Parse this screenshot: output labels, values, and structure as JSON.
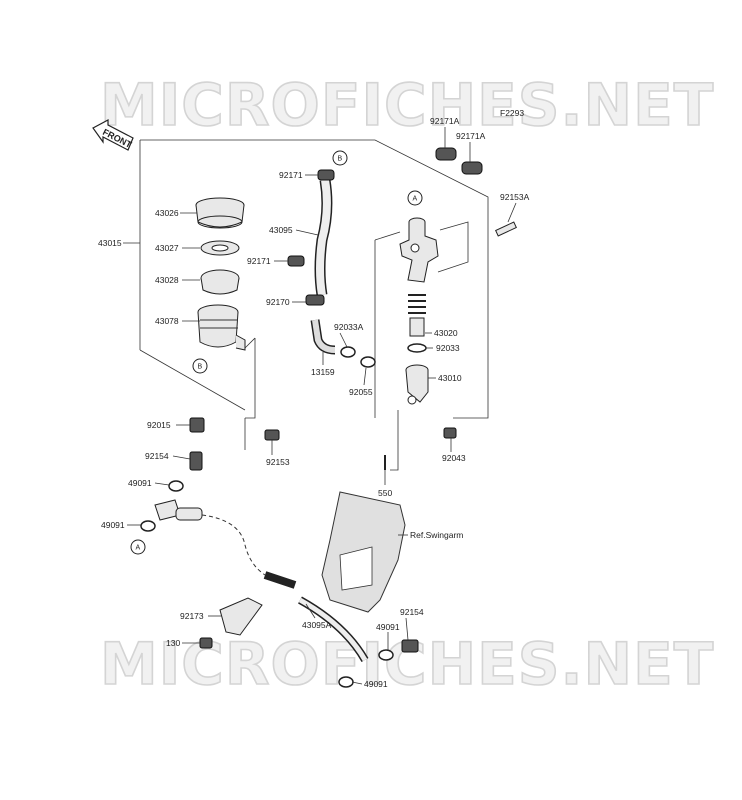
{
  "watermarks": [
    "MICROFICHES.NET",
    "MICROFICHES.NET"
  ],
  "figure_code": "F2293",
  "front_label": "FRONT",
  "callouts": [
    "A",
    "B",
    "B",
    "A"
  ],
  "ref_label": "Ref.Swingarm",
  "parts": [
    "43015",
    "43026",
    "43027",
    "43028",
    "43078",
    "92171",
    "43095",
    "92171",
    "92170",
    "92033A",
    "13159",
    "92055",
    "92171A",
    "92171A",
    "92153A",
    "43020",
    "92033",
    "43010",
    "92043",
    "92015",
    "92153",
    "92154",
    "49091",
    "49091",
    "550",
    "92173",
    "130",
    "43095A",
    "92154",
    "49091",
    "49091"
  ]
}
